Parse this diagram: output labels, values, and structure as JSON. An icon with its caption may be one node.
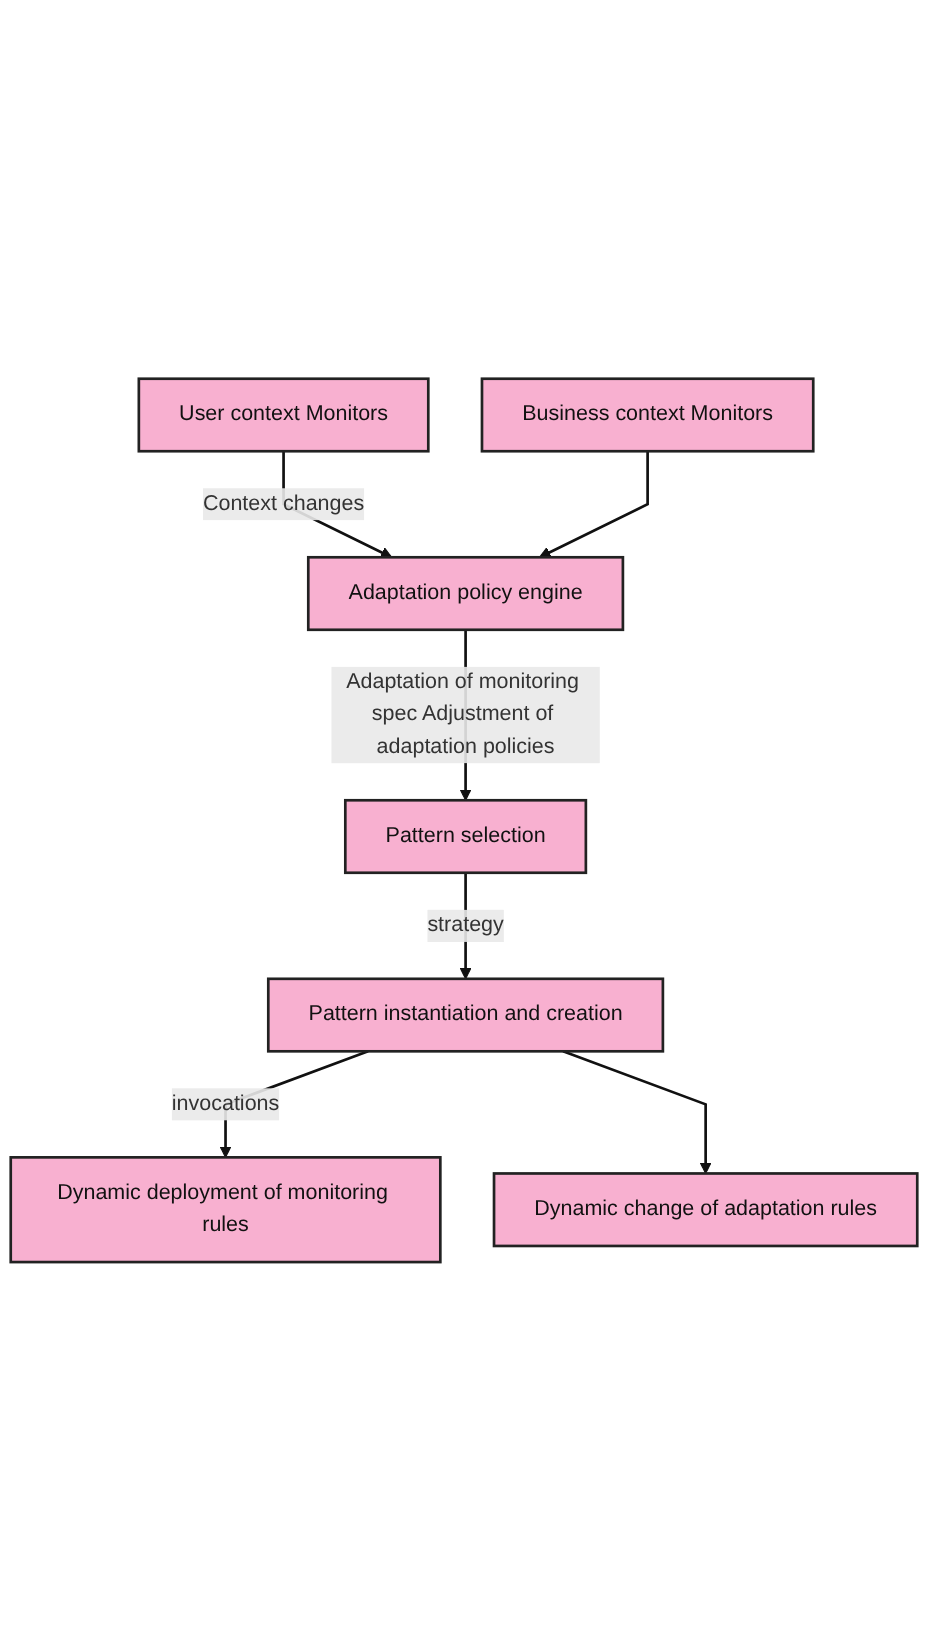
{
  "diagram": {
    "nodes": [
      {
        "text": [
          "User context Monitors"
        ]
      },
      {
        "text": [
          "Business context Monitors"
        ]
      },
      {
        "text": [
          "Adaptation policy engine"
        ]
      },
      {
        "text": [
          "Pattern selection"
        ]
      },
      {
        "text": [
          "Pattern instantiation and creation"
        ]
      },
      {
        "text": [
          "Dynamic deployment of monitoring rules"
        ]
      },
      {
        "text": [
          "Dynamic change of adaptation rules"
        ]
      }
    ],
    "edges": [
      {
        "from": 0,
        "to": 2,
        "arrow": "to",
        "label": "Context changes"
      },
      {
        "from": 1,
        "to": 2,
        "arrow": "to"
      },
      {
        "from": 2,
        "to": 3,
        "arrow": "to",
        "label": "Adaptation of monitoring spec Adjustment of adaptation policies"
      },
      {
        "from": 3,
        "to": 4,
        "arrow": "to",
        "label": "strategy"
      },
      {
        "from": 4,
        "to": 5,
        "arrow": "to",
        "label": "invocations"
      },
      {
        "from": 4,
        "to": 6,
        "arrow": "to"
      }
    ]
  }
}
